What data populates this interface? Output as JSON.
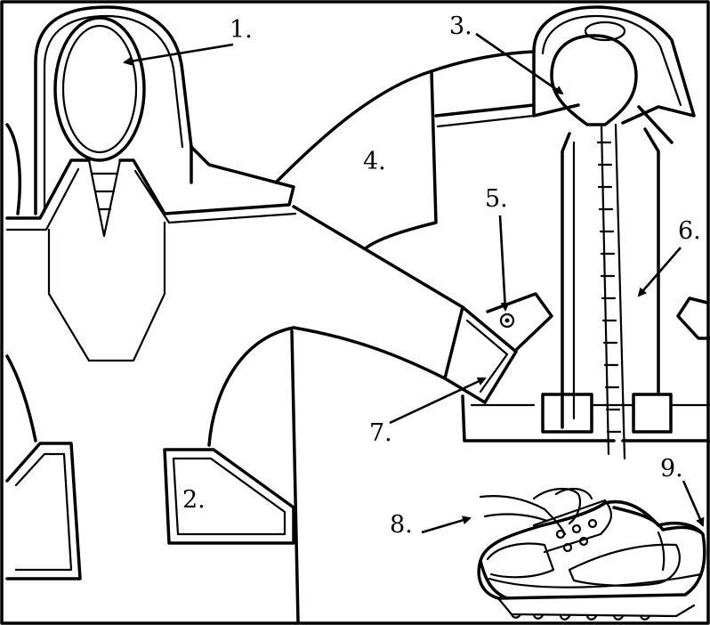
{
  "labels": [
    {
      "id": "1",
      "text": "1."
    },
    {
      "id": "2",
      "text": "2."
    },
    {
      "id": "3",
      "text": "3."
    },
    {
      "id": "4",
      "text": "4."
    },
    {
      "id": "5",
      "text": "5."
    },
    {
      "id": "6",
      "text": "6."
    },
    {
      "id": "7",
      "text": "7."
    },
    {
      "id": "8",
      "text": "8."
    },
    {
      "id": "9",
      "text": "9."
    }
  ]
}
